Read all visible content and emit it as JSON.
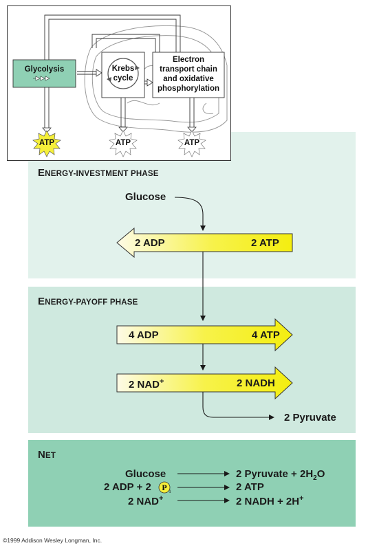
{
  "inset": {
    "glycolysis_label": "Glycolysis",
    "krebs_label_line1": "Krebs",
    "krebs_label_line2": "cycle",
    "etc_line1": "Electron",
    "etc_line2": "transport chain",
    "etc_line3": "and oxidative",
    "etc_line4": "phosphorylation",
    "atp_1": "ATP",
    "atp_2": "ATP",
    "atp_3": "ATP"
  },
  "investment": {
    "title_cap": "E",
    "title_rest": "NERGY-INVESTMENT PHASE",
    "glucose": "Glucose",
    "adp": "2 ADP",
    "atp": "2 ATP"
  },
  "payoff": {
    "title_cap": "E",
    "title_rest": "NERGY-PAYOFF PHASE",
    "adp": "4 ADP",
    "atp": "4 ATP",
    "nad": "2 NAD",
    "nad_sup": "+",
    "nadh": "2 NADH",
    "pyruvate": "2 Pyruvate"
  },
  "net": {
    "title_cap": "N",
    "title_rest": "ET",
    "row1_left": "Glucose",
    "row1_right": "2 Pyruvate + 2H",
    "row1_sub": "2",
    "row1_end": "O",
    "row2_left": "2 ADP + 2",
    "row2_p": "P",
    "row2_i": "i",
    "row2_right": "2 ATP",
    "row3_left": "2 NAD",
    "row3_left_sup": "+",
    "row3_right": "2 NADH + 2H",
    "row3_right_sup": "+"
  },
  "copyright": "©1999 Addison Wesley Longman, Inc.",
  "colors": {
    "investment_bg": "#e2f2ec",
    "payoff_bg": "#cfe9df",
    "net_bg": "#8fd0b4",
    "arrow_yellow": "#f7f020",
    "arrow_light": "#fdfbe6",
    "glycolysis_box": "#8fd0b4",
    "atp_highlight": "#f5ef3a"
  }
}
